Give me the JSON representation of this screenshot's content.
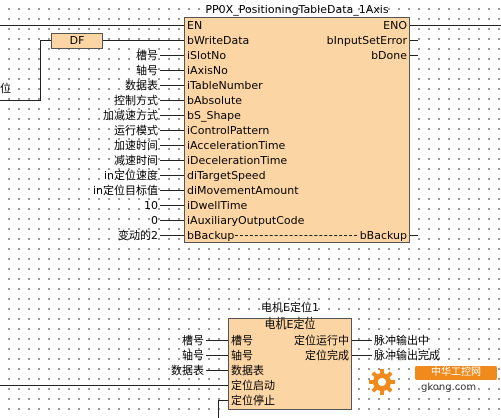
{
  "fb1": {
    "title": "PP0X_PositioningTableData_1Axis",
    "inputs": [
      "EN",
      "bWriteData",
      "iSlotNo",
      "iAxisNo",
      "iTableNumber",
      "bAbsolute",
      "bS_Shape",
      "iControlPattern",
      "iAccelerationTime",
      "iDecelerationTime",
      "diTargetSpeed",
      "diMovementAmount",
      "iDwellTime",
      "iAuxiliaryOutputCode",
      "bBackup"
    ],
    "outputs": [
      "ENO",
      "bInputSetError",
      "bDone",
      "bBackup"
    ],
    "wires": [
      "槽号",
      "轴号",
      "数据表",
      "控制方式",
      "加减速方式",
      "运行模式",
      "加速时间",
      "减速时间",
      "in定位速度",
      "in定位目标值",
      "10",
      "0",
      "变动的2"
    ],
    "df_label": "DF",
    "left_label": "位"
  },
  "fb2": {
    "instance": "电机E定位1",
    "type": "电机E定位",
    "inputs": [
      "槽号",
      "轴号",
      "数据表",
      "定位启动",
      "定位停止"
    ],
    "outputs": [
      "定位运行中",
      "定位完成"
    ],
    "wires_in": [
      "槽号",
      "轴号",
      "数据表"
    ],
    "wires_out": [
      "脉冲输出中",
      "脉冲输出完成"
    ]
  },
  "watermark": {
    "badge": "中华工控网",
    "url": "gkong.com"
  },
  "colors": {
    "block_fill": "#fcd5a5",
    "watermark_orange": "#f08a1c"
  }
}
